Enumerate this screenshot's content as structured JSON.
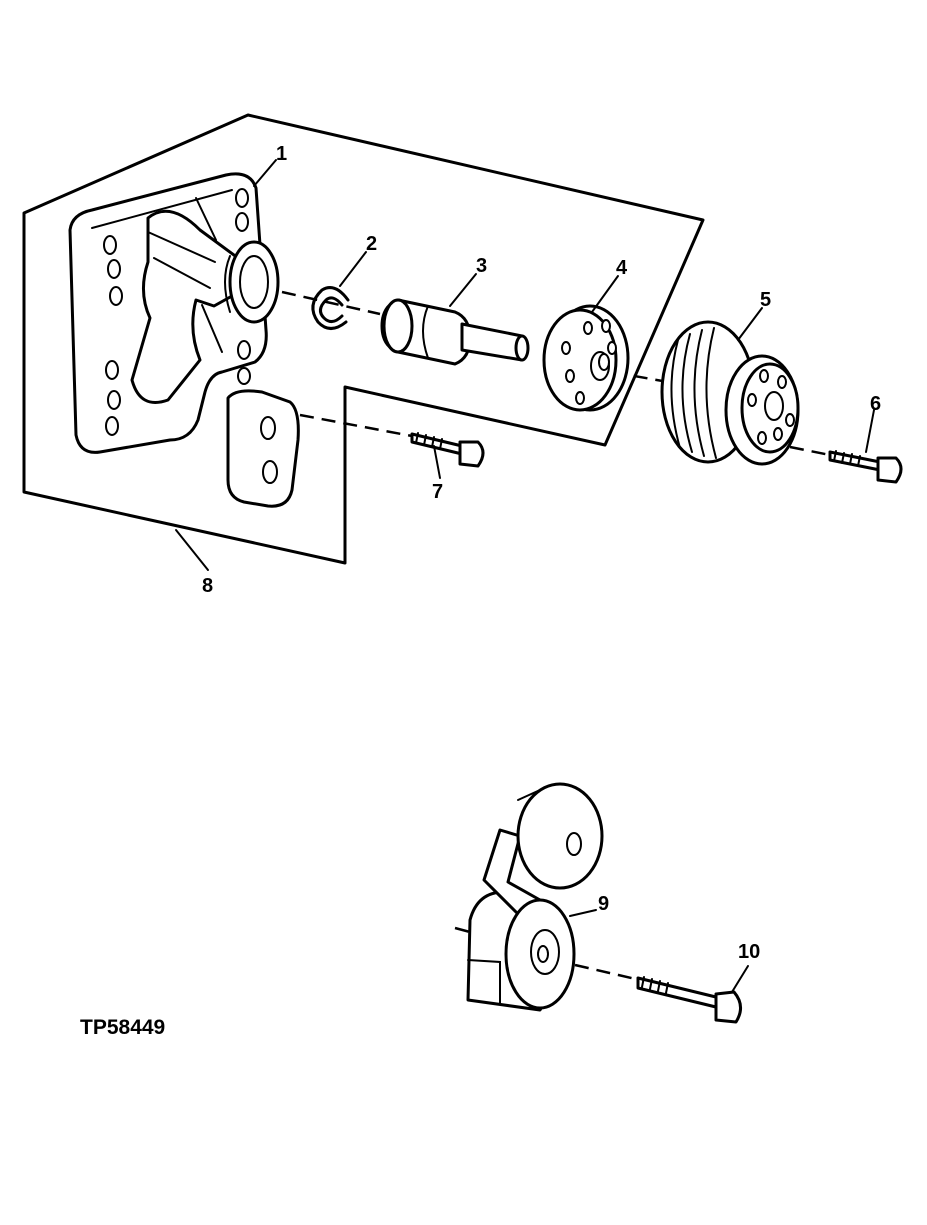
{
  "figure_id": "TP58449",
  "callouts": [
    "1",
    "2",
    "3",
    "4",
    "5",
    "6",
    "7",
    "8",
    "9",
    "10"
  ]
}
